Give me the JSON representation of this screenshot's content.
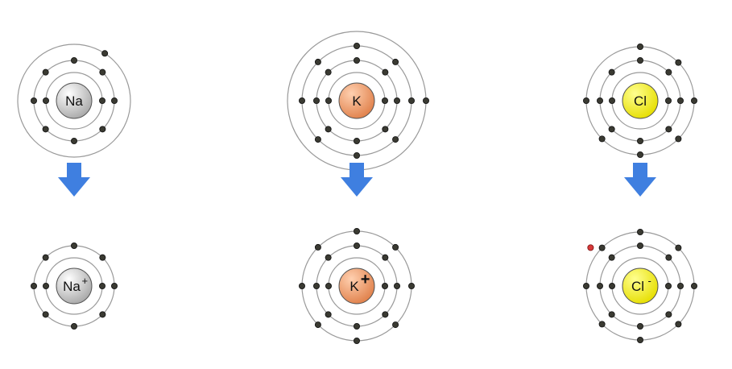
{
  "atoms": [
    {
      "id": "na",
      "symbol": "Na",
      "color": "#c8c8c8",
      "atom_shells": [
        2,
        8,
        1
      ],
      "ion_shells": [
        2,
        8
      ],
      "ion_symbol": "Na",
      "ion_charge": "+",
      "gains_electron": false
    },
    {
      "id": "k",
      "symbol": "K",
      "color": "#f0a070",
      "atom_shells": [
        2,
        8,
        8,
        1
      ],
      "ion_shells": [
        2,
        8,
        8
      ],
      "ion_symbol": "K",
      "ion_charge": "+",
      "gains_electron": false
    },
    {
      "id": "cl",
      "symbol": "Cl",
      "color": "#f5f000",
      "atom_shells": [
        2,
        8,
        7
      ],
      "ion_shells": [
        2,
        8,
        8
      ],
      "ion_symbol": "Cl",
      "ion_charge": "-",
      "gains_electron": true
    }
  ],
  "colors": {
    "arrow": "#3f7fe0",
    "gained_electron": "#d83a3a",
    "electron": "#3a3a32",
    "shell": "#9a9a9a"
  }
}
